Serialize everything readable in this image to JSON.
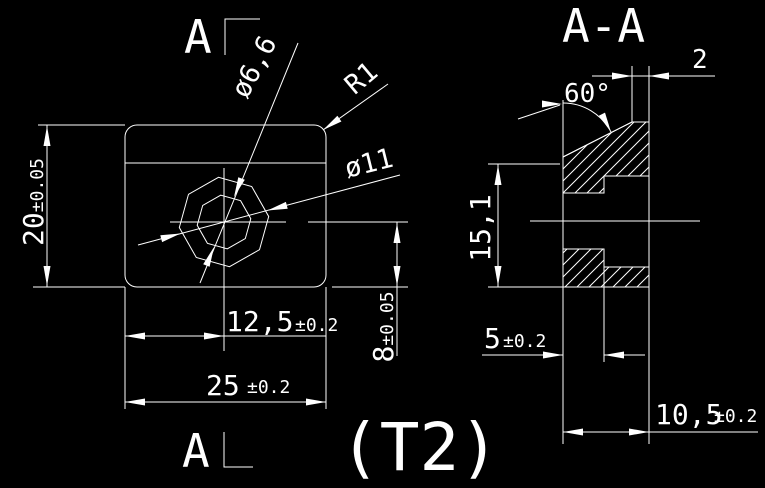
{
  "app": {
    "background": "#000000",
    "line_color": "#ffffff",
    "annotation_color": "#0000ff"
  },
  "front_view": {
    "section_label_top": "A",
    "section_label_bottom": "A",
    "dim_height": {
      "value": "20",
      "tolerance": "±0.05"
    },
    "dim_half_width": {
      "value": "12,5",
      "tolerance": "±0.2"
    },
    "dim_width": {
      "value": "25",
      "tolerance": "±0.2"
    },
    "dim_center_to_base": {
      "value": "8",
      "tolerance": "±0.05"
    },
    "dim_small_hole": "ø6,6",
    "dim_large_hole": "ø11",
    "dim_corner_radius": "R1"
  },
  "section_view": {
    "title": "A-A",
    "dim_chamfer_angle": "60°",
    "dim_top_wall": "2",
    "dim_height": "15,1",
    "dim_counterbore_depth": {
      "value": "5",
      "tolerance": "±0.2"
    },
    "dim_total_depth": {
      "value": "10,5",
      "tolerance": "±0.2"
    }
  },
  "annotation": {
    "text": "(T2)"
  }
}
